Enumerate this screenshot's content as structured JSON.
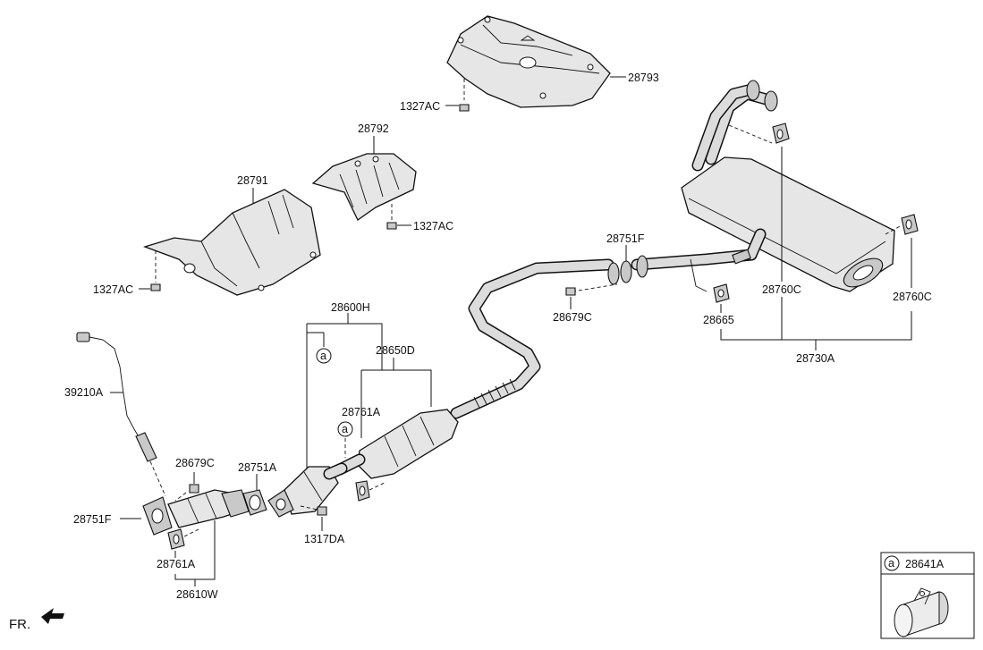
{
  "labels": {
    "p28793": "28793",
    "p1327ac_top": "1327AC",
    "p28792": "28792",
    "p28791": "28791",
    "p1327ac_mid": "1327AC",
    "p1327ac_left": "1327AC",
    "p28751f_right": "28751F",
    "p28679c_right": "28679C",
    "p28665": "28665",
    "p28760c_left": "28760C",
    "p28760c_right": "28760C",
    "p28730a": "28730A",
    "p28600h": "28600H",
    "p28650d": "28650D",
    "p28761a_upper": "28761A",
    "p39210a": "39210A",
    "p28679c_left": "28679C",
    "p28751a": "28751A",
    "p28751f_left": "28751F",
    "p1317da": "1317DA",
    "p28761a_lower": "28761A",
    "p28610w": "28610W",
    "circle_a_1": "a",
    "circle_a_2": "a"
  },
  "legend": {
    "symbol": "a",
    "part_number": "28641A"
  },
  "front_marker": "FR."
}
